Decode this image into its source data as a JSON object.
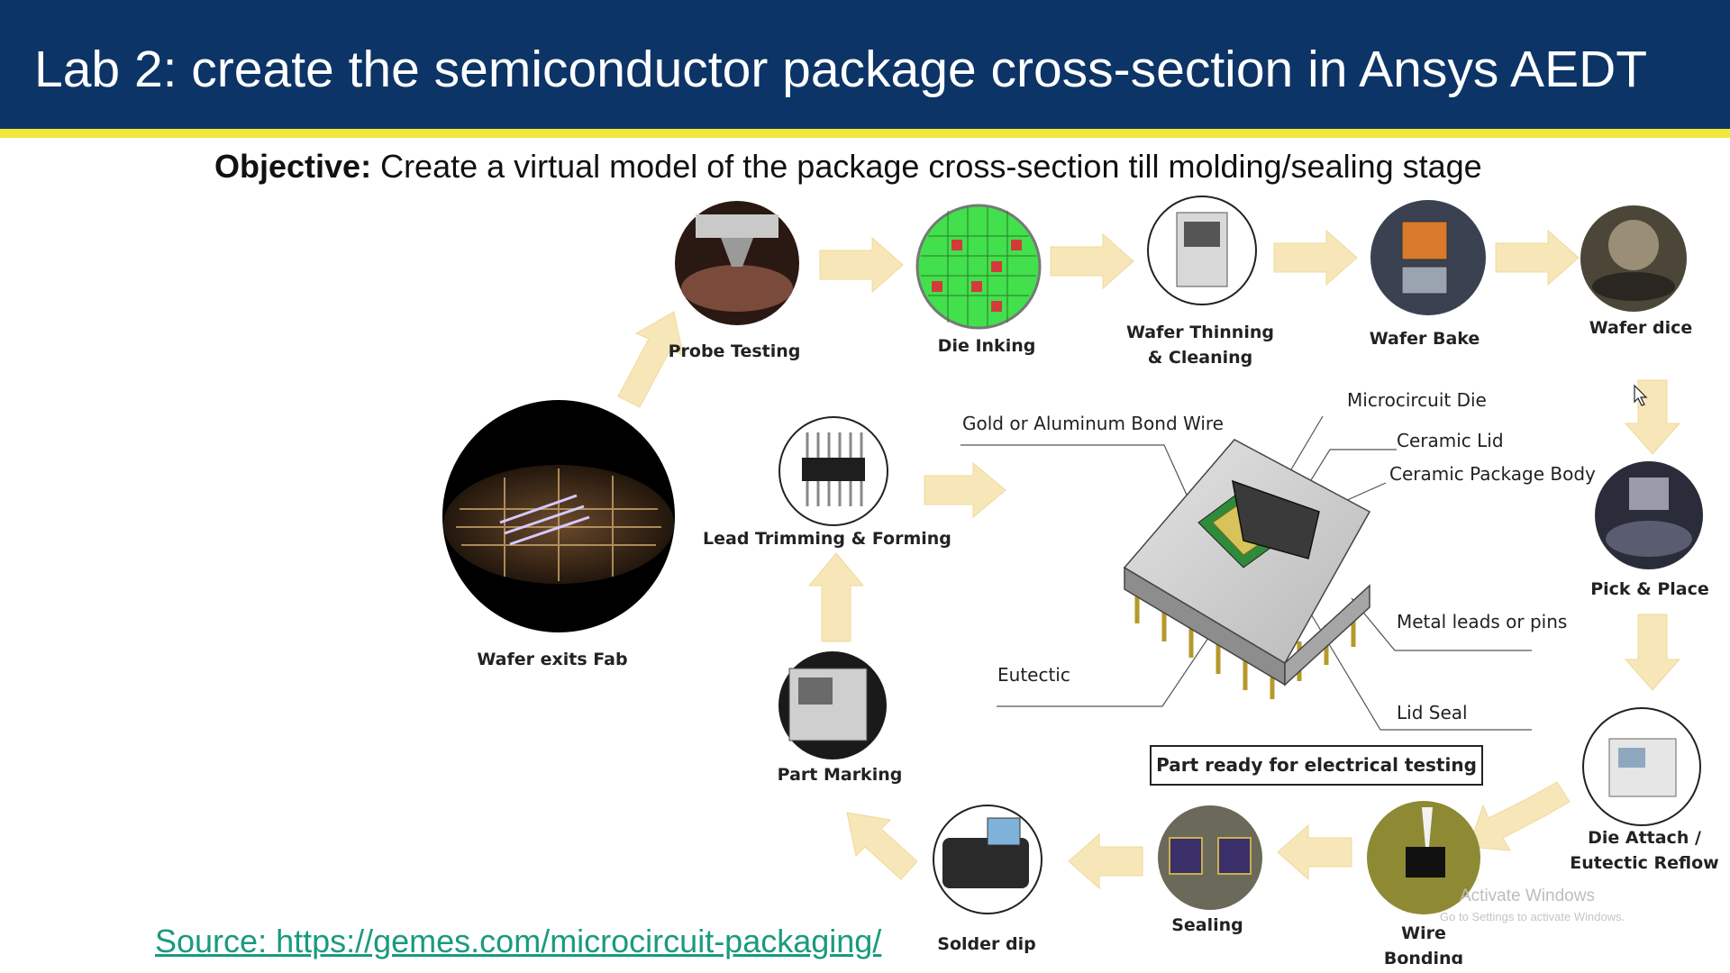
{
  "header": {
    "title": "Lab 2: create the semiconductor package cross-section in Ansys AEDT"
  },
  "objective": {
    "label": "Objective:",
    "text": " Create a virtual model of the package cross-section till molding/sealing stage"
  },
  "steps": {
    "wafer_exits_fab": "Wafer exits Fab",
    "probe_testing": "Probe Testing",
    "die_inking": "Die Inking",
    "wafer_thinning_1": "Wafer Thinning",
    "wafer_thinning_2": "& Cleaning",
    "wafer_bake": "Wafer Bake",
    "wafer_dice": "Wafer dice",
    "pick_place": "Pick & Place",
    "die_attach_1": "Die Attach /",
    "die_attach_2": "Eutectic Reflow",
    "wire_bonding_1": "Wire",
    "wire_bonding_2": "Bonding",
    "sealing": "Sealing",
    "solder_dip": "Solder dip",
    "part_marking": "Part Marking",
    "lead_trimming": "Lead Trimming & Forming"
  },
  "callouts": {
    "bond_wire": "Gold or Aluminum Bond Wire",
    "microcircuit_die": "Microcircuit Die",
    "ceramic_lid": "Ceramic Lid",
    "ceramic_body": "Ceramic Package Body",
    "metal_leads": "Metal leads or pins",
    "eutectic": "Eutectic",
    "lid_seal": "Lid Seal"
  },
  "ready_box": "Part ready for electrical testing",
  "source": "Source: https://gemes.com/microcircuit-packaging/",
  "watermark": {
    "line1": "Activate Windows",
    "line2": "Go to Settings to activate Windows."
  },
  "colors": {
    "header_bg": "#0c3466",
    "header_rule": "#f0e93a",
    "arrow": "#f7e7b8",
    "link": "#1a9a7f"
  }
}
